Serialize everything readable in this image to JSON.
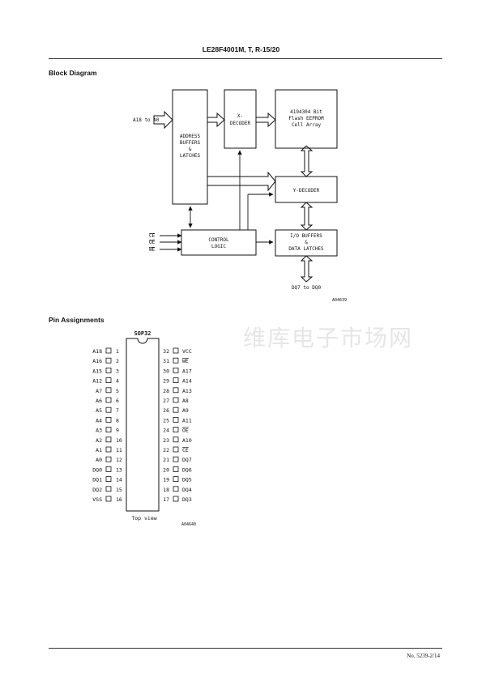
{
  "header": {
    "title": "LE28F4001M, T, R-15/20"
  },
  "block_diagram": {
    "heading": "Block Diagram",
    "address_in": "A18 to A0",
    "address_block": [
      "ADDRESS",
      "BUFFERS",
      "&",
      "LATCHES"
    ],
    "x_decoder": [
      "X-",
      "DECODER"
    ],
    "array": [
      "4194304 Bit",
      "Flash EEPROM",
      "Cell Array"
    ],
    "y_decoder": "Y-DECODER",
    "io_buffers": [
      "I/O BUFFERS",
      "&",
      "DATA LATCHES"
    ],
    "control_logic": [
      "CONTROL",
      "LOGIC"
    ],
    "control_signals": [
      "CE",
      "OE",
      "WE"
    ],
    "data_out": "DQ7 to DQ0",
    "ref": "A04639"
  },
  "pin_assignments": {
    "heading": "Pin Assignments",
    "package": "SOP32",
    "left_pins": [
      {
        "num": "1",
        "name": "A18"
      },
      {
        "num": "2",
        "name": "A16"
      },
      {
        "num": "3",
        "name": "A15"
      },
      {
        "num": "4",
        "name": "A12"
      },
      {
        "num": "5",
        "name": "A7"
      },
      {
        "num": "6",
        "name": "A6"
      },
      {
        "num": "7",
        "name": "A5"
      },
      {
        "num": "8",
        "name": "A4"
      },
      {
        "num": "9",
        "name": "A3"
      },
      {
        "num": "10",
        "name": "A2"
      },
      {
        "num": "11",
        "name": "A1"
      },
      {
        "num": "12",
        "name": "A0"
      },
      {
        "num": "13",
        "name": "DQ0"
      },
      {
        "num": "14",
        "name": "DQ1"
      },
      {
        "num": "15",
        "name": "DQ2"
      },
      {
        "num": "16",
        "name": "VSS"
      }
    ],
    "right_pins": [
      {
        "num": "32",
        "name": "VCC"
      },
      {
        "num": "31",
        "name": "WE"
      },
      {
        "num": "30",
        "name": "A17"
      },
      {
        "num": "29",
        "name": "A14"
      },
      {
        "num": "28",
        "name": "A13"
      },
      {
        "num": "27",
        "name": "A8"
      },
      {
        "num": "26",
        "name": "A9"
      },
      {
        "num": "25",
        "name": "A11"
      },
      {
        "num": "24",
        "name": "OE"
      },
      {
        "num": "23",
        "name": "A10"
      },
      {
        "num": "22",
        "name": "CE"
      },
      {
        "num": "21",
        "name": "DQ7"
      },
      {
        "num": "20",
        "name": "DQ6"
      },
      {
        "num": "19",
        "name": "DQ5"
      },
      {
        "num": "18",
        "name": "DQ4"
      },
      {
        "num": "17",
        "name": "DQ3"
      }
    ],
    "caption": "Top view",
    "ref": "A04640"
  },
  "watermark": "维库电子市场网",
  "footer": {
    "page": "No. 5239-2/14"
  }
}
